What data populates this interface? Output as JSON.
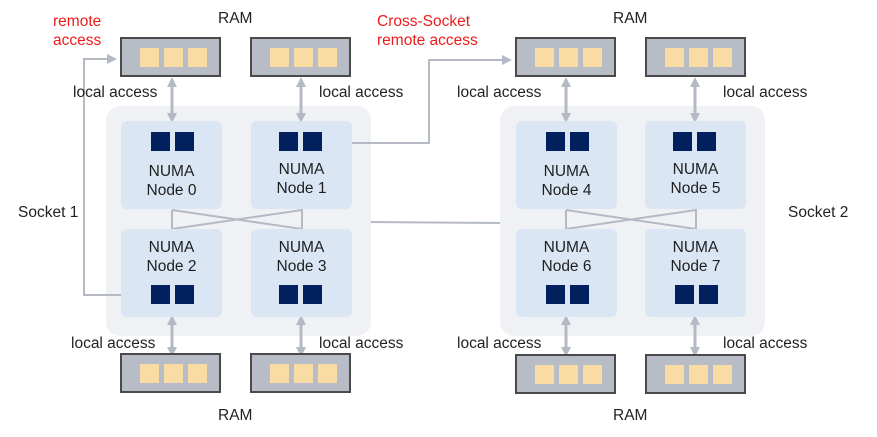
{
  "sockets": [
    {
      "label": "Socket 1",
      "nodes": [
        {
          "numa": "NUMA",
          "node": "Node 0"
        },
        {
          "numa": "NUMA",
          "node": "Node 1"
        },
        {
          "numa": "NUMA",
          "node": "Node 2"
        },
        {
          "numa": "NUMA",
          "node": "Node 3"
        }
      ]
    },
    {
      "label": "Socket 2",
      "nodes": [
        {
          "numa": "NUMA",
          "node": "Node 4"
        },
        {
          "numa": "NUMA",
          "node": "Node 5"
        },
        {
          "numa": "NUMA",
          "node": "Node 6"
        },
        {
          "numa": "NUMA",
          "node": "Node 7"
        }
      ]
    }
  ],
  "ram_label": "RAM",
  "local_access_label": "local access",
  "remote_access": {
    "line1": "remote",
    "line2": "access"
  },
  "cross_socket_remote_access": {
    "line1": "Cross-Socket",
    "line2": "remote access"
  },
  "colors": {
    "remote_text": "#ee1c1c",
    "cpu_core": "#03205e",
    "ram_chip": "#f9dba4",
    "ram_body": "#b7bcc7",
    "node_bg": "#dae6f4",
    "socket_bg": "#eff1f4",
    "connector": "#b4b9c4"
  }
}
